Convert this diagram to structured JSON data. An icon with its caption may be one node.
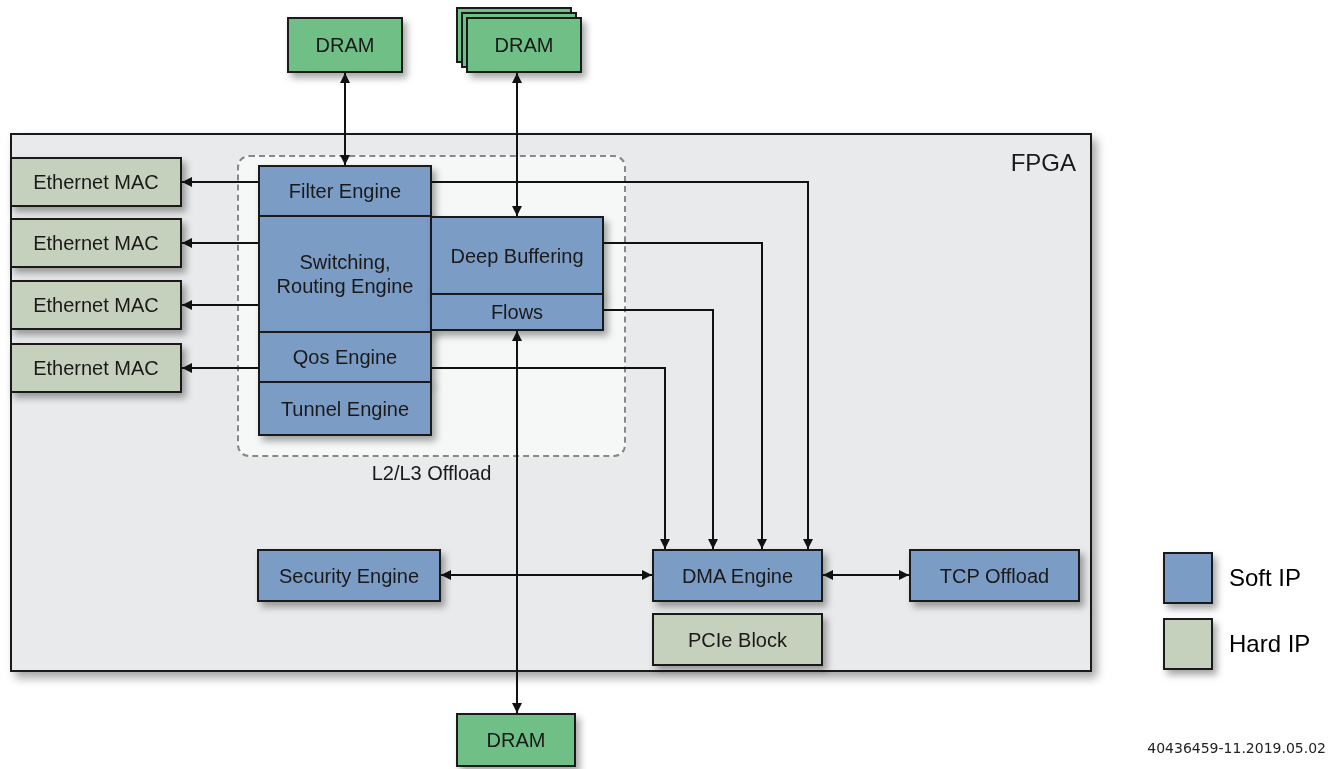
{
  "diagram": {
    "nodes": [
      {
        "text": [
          "DRAM"
        ]
      },
      {
        "text": [
          "DRAM"
        ]
      },
      {
        "text": [
          "FPGA"
        ]
      },
      {
        "text": [
          "L2/L3 Offload"
        ],
        "in": 2
      },
      {
        "text": [
          "Ethernet MAC"
        ],
        "in": 2
      },
      {
        "text": [
          "Ethernet MAC"
        ],
        "in": 2
      },
      {
        "text": [
          "Ethernet MAC"
        ],
        "in": 2
      },
      {
        "text": [
          "Ethernet MAC"
        ],
        "in": 2
      },
      {
        "text": [
          "Filter Engine"
        ],
        "in": 3
      },
      {
        "text": [
          "Switching, Routing Engine"
        ],
        "in": 3
      },
      {
        "text": [
          "Deep Buffering"
        ],
        "in": 3
      },
      {
        "text": [
          "Flows"
        ],
        "in": 3
      },
      {
        "text": [
          "Qos Engine"
        ],
        "in": 3
      },
      {
        "text": [
          "Tunnel Engine"
        ],
        "in": 3
      },
      {
        "text": [
          "Security Engine"
        ],
        "in": 2
      },
      {
        "text": [
          "DMA Engine"
        ],
        "in": 2
      },
      {
        "text": [
          "TCP Offload"
        ],
        "in": 2
      },
      {
        "text": [
          "PCIe Block"
        ],
        "in": 2
      },
      {
        "text": [
          "DRAM"
        ]
      }
    ],
    "edges": [
      {
        "from": 0,
        "to": 8,
        "arrow": "both"
      },
      {
        "from": 1,
        "to": 10,
        "arrow": "both"
      },
      {
        "from": 8,
        "to": 4,
        "arrow": "to"
      },
      {
        "from": 9,
        "to": 5,
        "arrow": "to"
      },
      {
        "from": 9,
        "to": 6,
        "arrow": "to"
      },
      {
        "from": 12,
        "to": 7,
        "arrow": "to"
      },
      {
        "from": 8,
        "to": 15,
        "arrow": "to"
      },
      {
        "from": 10,
        "to": 15,
        "arrow": "to"
      },
      {
        "from": 11,
        "to": 15,
        "arrow": "to"
      },
      {
        "from": 12,
        "to": 15,
        "arrow": "to"
      },
      {
        "from": 18,
        "to": 11,
        "arrow": "both"
      },
      {
        "from": 14,
        "to": 15,
        "arrow": "both"
      },
      {
        "from": 15,
        "to": 16,
        "arrow": "both"
      }
    ],
    "labels": [
      "40436459-11.2019.05.02"
    ],
    "legend": [
      {
        "text": "Soft IP",
        "color": "#7b9cc5"
      },
      {
        "text": "Hard IP",
        "color": "#c5d1bc"
      }
    ]
  }
}
